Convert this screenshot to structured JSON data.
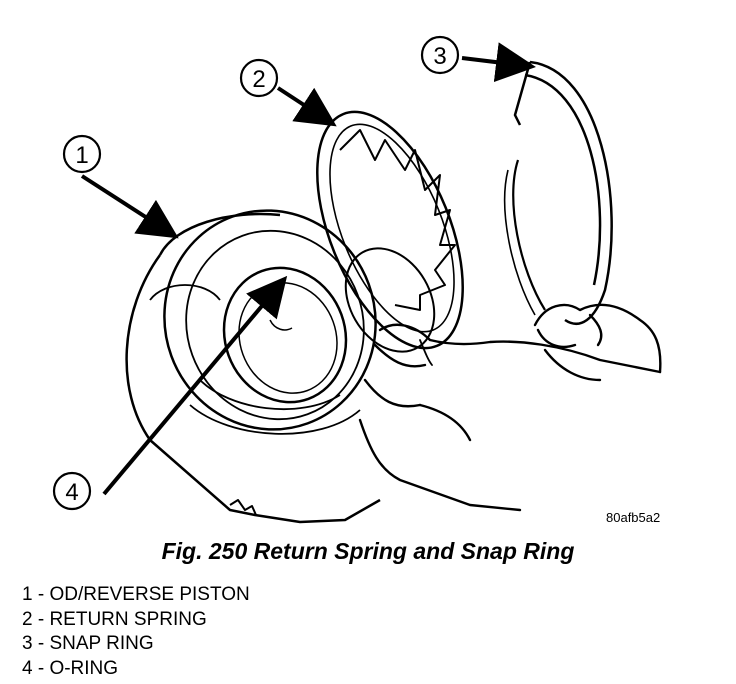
{
  "figure": {
    "code": "80afb5a2",
    "caption": "Fig. 250 Return Spring and Snap Ring",
    "callouts": [
      "1",
      "2",
      "3",
      "4"
    ]
  },
  "legend": [
    "1 - OD/REVERSE PISTON",
    "2 - RETURN SPRING",
    "3 - SNAP RING",
    "4 - O-RING"
  ]
}
